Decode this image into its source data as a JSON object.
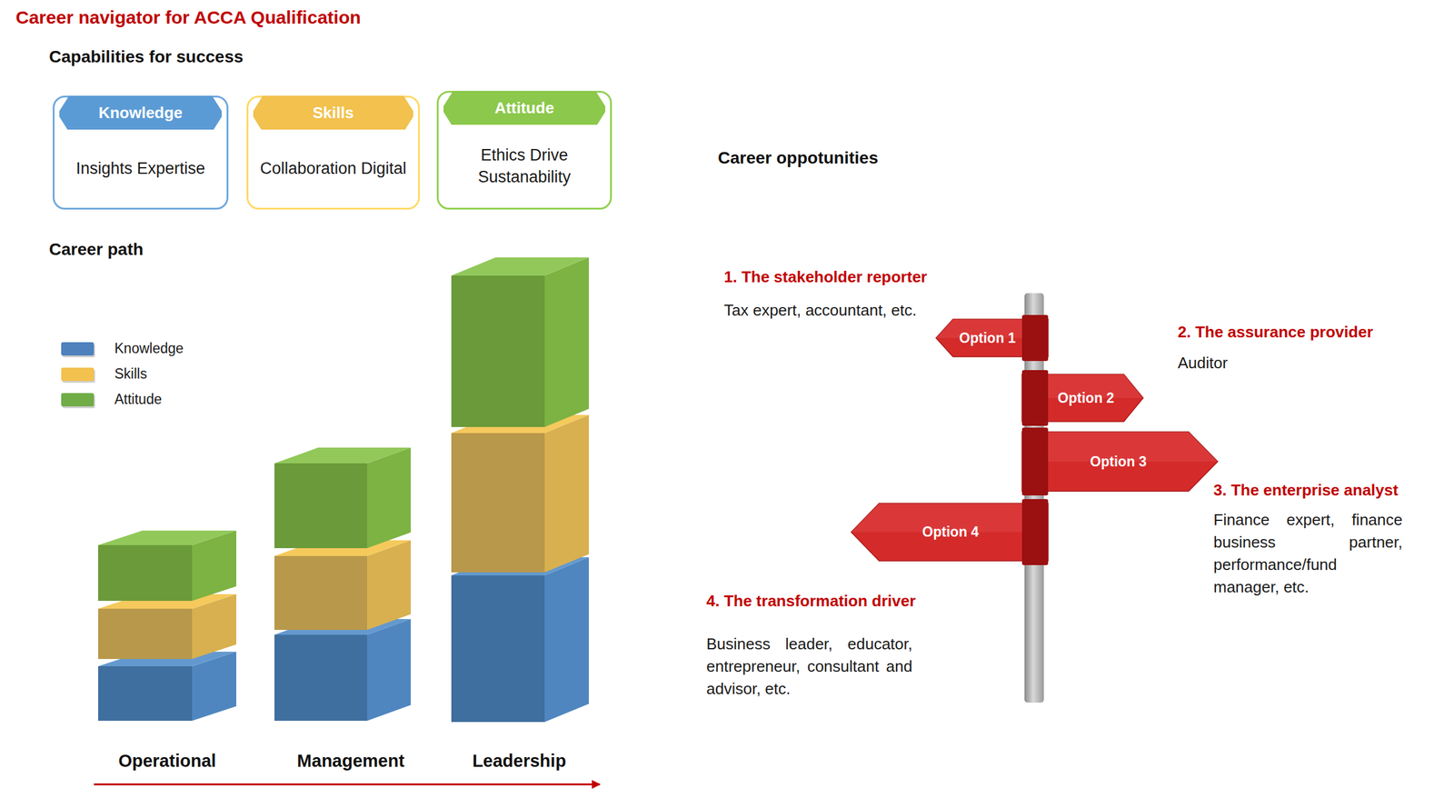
{
  "diagram": {
    "title": "Career navigator for ACCA Qualification",
    "nodes": [
      {
        "text": [
          "Knowledge",
          "Insights Expertise"
        ]
      },
      {
        "text": [
          "Skills",
          "Collaboration Digital"
        ]
      },
      {
        "text": [
          "Attitude",
          "Ethics Drive Sustanability"
        ]
      },
      {
        "text": [
          "Option 1"
        ]
      },
      {
        "text": [
          "Option 2"
        ]
      },
      {
        "text": [
          "Option 3"
        ]
      },
      {
        "text": [
          "Option 4"
        ]
      }
    ],
    "labels": [
      "Capabilities for success",
      "Career path",
      "Operational",
      "Management",
      "Leadership",
      "Career oppotunities",
      "1. The stakeholder reporter",
      "Tax expert, accountant, etc.",
      "2. The assurance provider",
      "Auditor",
      "3. The enterprise analyst",
      "Finance expert, finance business partner, performance/fund manager, etc.",
      "4. The transformation driver",
      "Business leader, educator, entrepreneur, consultant and advisor, etc."
    ],
    "legend": [
      {
        "text": "Knowledge",
        "color": "#4f81bd"
      },
      {
        "text": "Skills",
        "color": "#f2c14e"
      },
      {
        "text": "Attitude",
        "color": "#70ad47"
      }
    ]
  }
}
